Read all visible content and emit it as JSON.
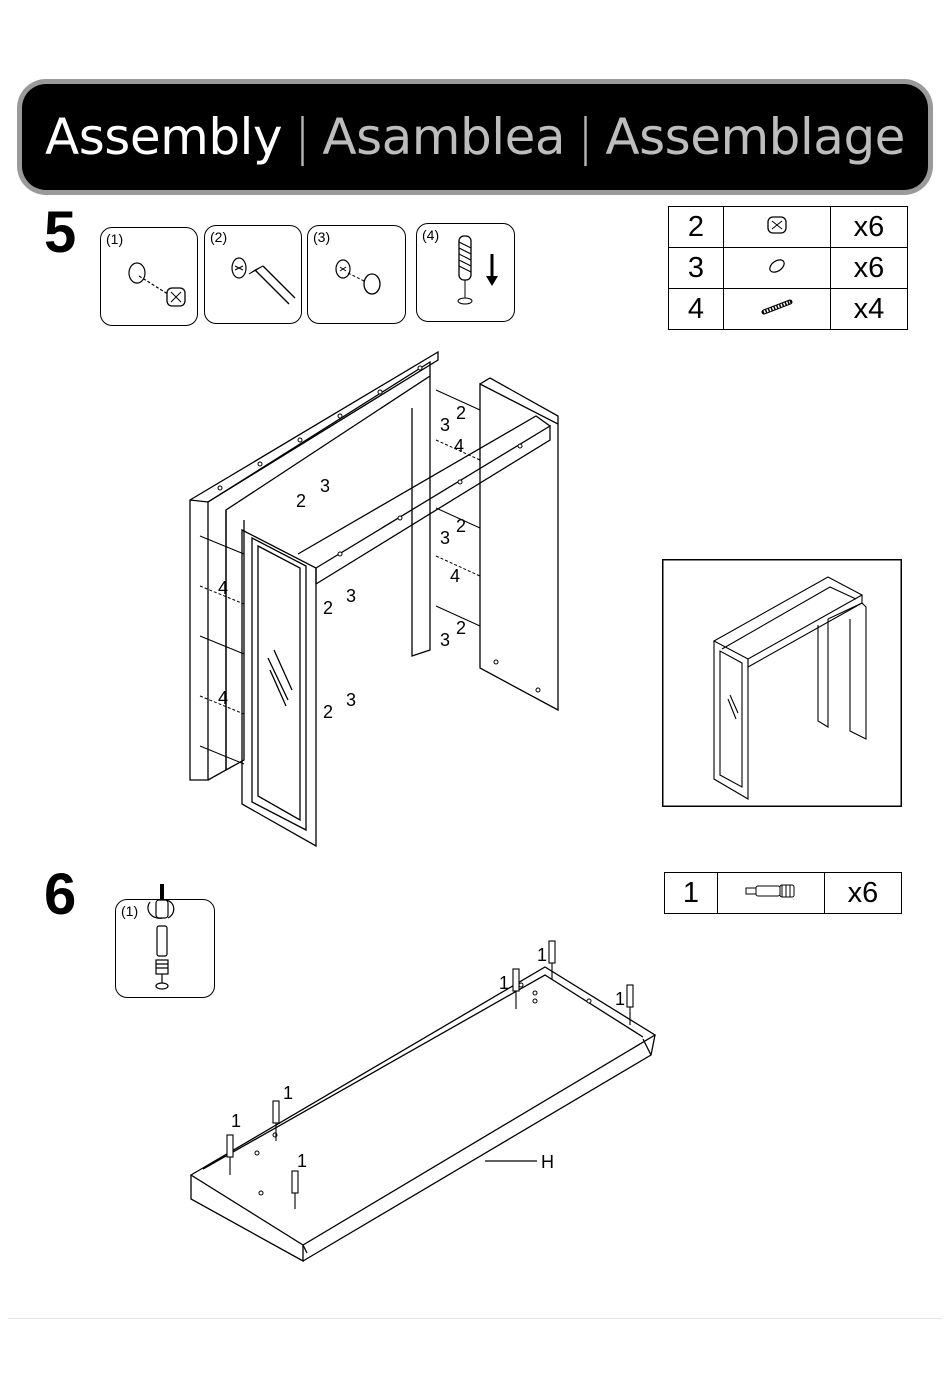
{
  "header": {
    "title_en": "Assembly",
    "separator": "|",
    "title_es": "Asamblea",
    "title_fr": "Assemblage"
  },
  "step5": {
    "number": "5",
    "substeps": [
      "(1)",
      "(2)",
      "(3)",
      "(4)"
    ],
    "parts": [
      {
        "id": "2",
        "icon": "cam-lock-icon",
        "qty": "x6"
      },
      {
        "id": "3",
        "icon": "cam-cover-icon",
        "qty": "x6"
      },
      {
        "id": "4",
        "icon": "cam-bolt-icon",
        "qty": "x4"
      }
    ],
    "callouts": {
      "two": "2",
      "three": "3",
      "four": "4"
    }
  },
  "step6": {
    "number": "6",
    "substeps": [
      "(1)"
    ],
    "parts": [
      {
        "id": "1",
        "icon": "wood-dowel-cam-pin-icon",
        "qty": "x6"
      }
    ],
    "callouts": {
      "one": "1",
      "panel": "H"
    }
  }
}
